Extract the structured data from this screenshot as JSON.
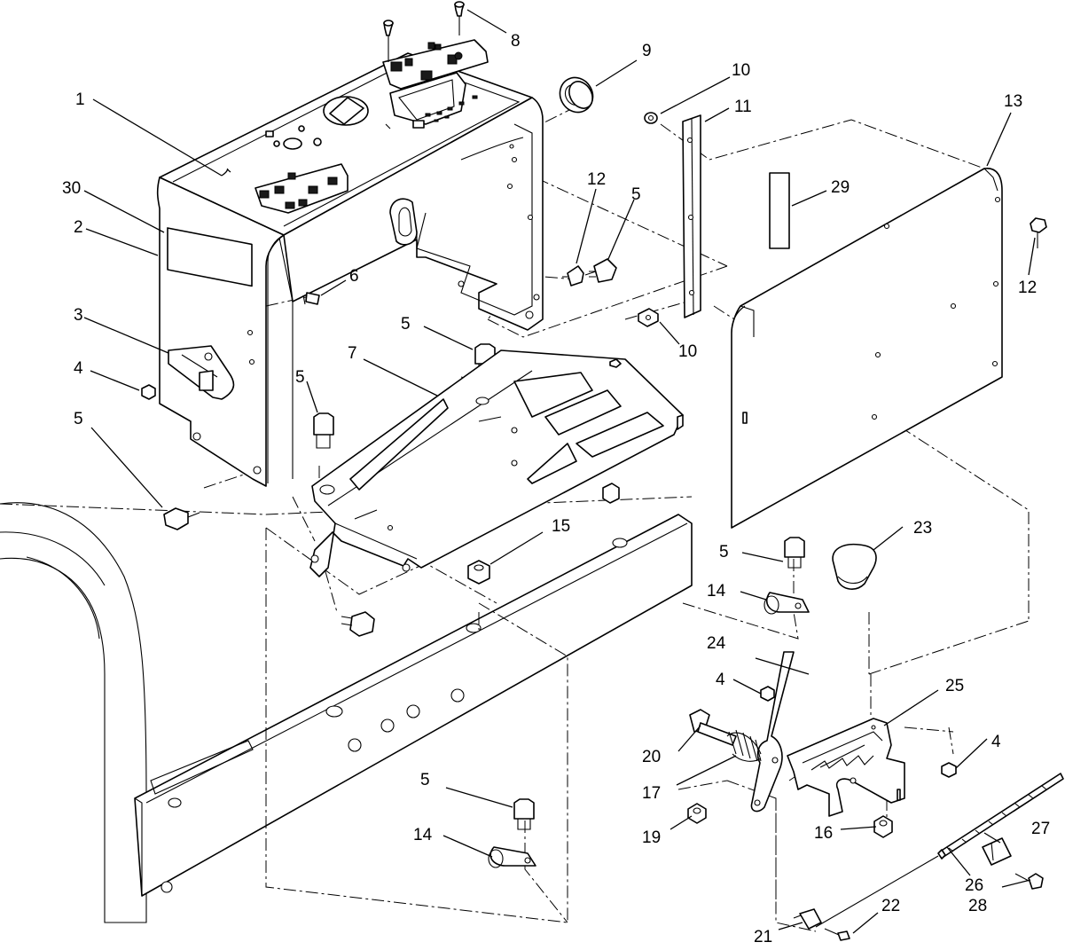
{
  "diagram": {
    "callouts": [
      {
        "id": "c1",
        "text": "1"
      },
      {
        "id": "c2",
        "text": "2"
      },
      {
        "id": "c3",
        "text": "3"
      },
      {
        "id": "c4a",
        "text": "4"
      },
      {
        "id": "c4b",
        "text": "4"
      },
      {
        "id": "c4c",
        "text": "4"
      },
      {
        "id": "c5a",
        "text": "5"
      },
      {
        "id": "c5b",
        "text": "5"
      },
      {
        "id": "c5c",
        "text": "5"
      },
      {
        "id": "c5d",
        "text": "5"
      },
      {
        "id": "c5e",
        "text": "5"
      },
      {
        "id": "c5f",
        "text": "5"
      },
      {
        "id": "c6",
        "text": "6"
      },
      {
        "id": "c7",
        "text": "7"
      },
      {
        "id": "c8",
        "text": "8"
      },
      {
        "id": "c9",
        "text": "9"
      },
      {
        "id": "c10a",
        "text": "10"
      },
      {
        "id": "c10b",
        "text": "10"
      },
      {
        "id": "c11",
        "text": "11"
      },
      {
        "id": "c12a",
        "text": "12"
      },
      {
        "id": "c12b",
        "text": "12"
      },
      {
        "id": "c13",
        "text": "13"
      },
      {
        "id": "c14a",
        "text": "14"
      },
      {
        "id": "c14b",
        "text": "14"
      },
      {
        "id": "c15",
        "text": "15"
      },
      {
        "id": "c16",
        "text": "16"
      },
      {
        "id": "c17",
        "text": "17"
      },
      {
        "id": "c19",
        "text": "19"
      },
      {
        "id": "c20",
        "text": "20"
      },
      {
        "id": "c21",
        "text": "21"
      },
      {
        "id": "c22",
        "text": "22"
      },
      {
        "id": "c23",
        "text": "23"
      },
      {
        "id": "c24",
        "text": "24"
      },
      {
        "id": "c25",
        "text": "25"
      },
      {
        "id": "c26",
        "text": "26"
      },
      {
        "id": "c27",
        "text": "27"
      },
      {
        "id": "c28",
        "text": "28"
      },
      {
        "id": "c29",
        "text": "29"
      },
      {
        "id": "c30",
        "text": "30"
      }
    ]
  }
}
